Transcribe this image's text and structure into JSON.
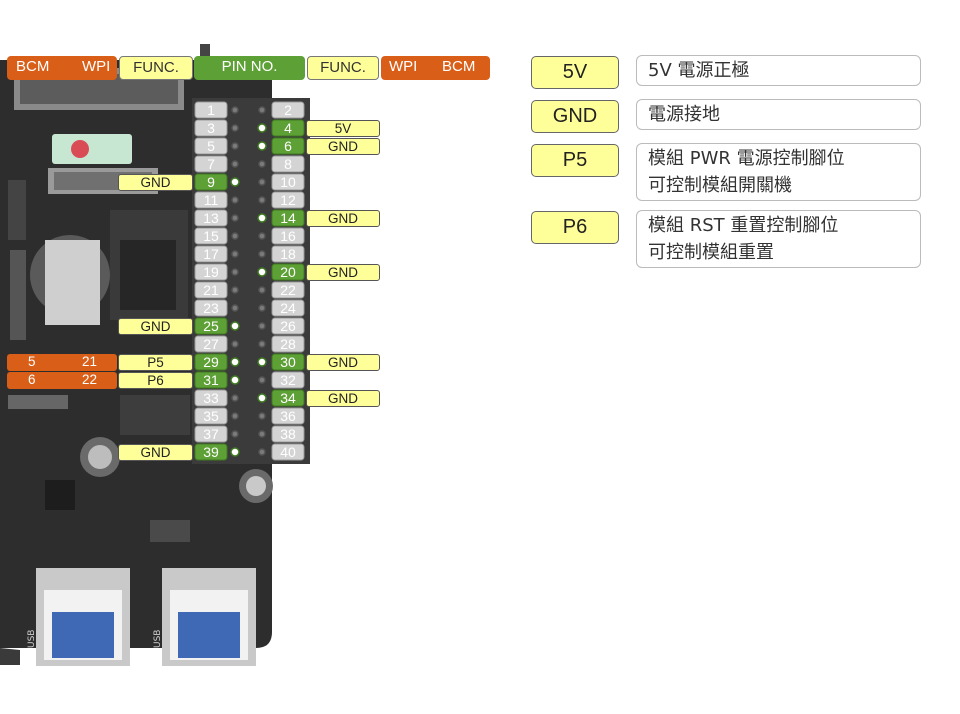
{
  "header": {
    "left": {
      "bcm": "BCM",
      "wpi": "WPI",
      "func": "FUNC."
    },
    "pin_no": "PIN NO.",
    "right": {
      "func": "FUNC.",
      "wpi": "WPI",
      "bcm": "BCM"
    }
  },
  "pins": [
    "1",
    "2",
    "3",
    "4",
    "5",
    "6",
    "7",
    "8",
    "9",
    "10",
    "11",
    "12",
    "13",
    "14",
    "15",
    "16",
    "17",
    "18",
    "19",
    "20",
    "21",
    "22",
    "23",
    "24",
    "25",
    "26",
    "27",
    "28",
    "29",
    "30",
    "31",
    "32",
    "33",
    "34",
    "35",
    "36",
    "37",
    "38",
    "39",
    "40"
  ],
  "left_labels": [
    {
      "pin": "9",
      "func": "GND"
    },
    {
      "pin": "25",
      "func": "GND"
    },
    {
      "pin": "29",
      "func": "P5",
      "bcm": "5",
      "wpi": "21"
    },
    {
      "pin": "31",
      "func": "P6",
      "bcm": "6",
      "wpi": "22"
    },
    {
      "pin": "39",
      "func": "GND"
    }
  ],
  "right_labels": [
    {
      "pin": "4",
      "func": "5V"
    },
    {
      "pin": "6",
      "func": "GND"
    },
    {
      "pin": "14",
      "func": "GND"
    },
    {
      "pin": "20",
      "func": "GND"
    },
    {
      "pin": "30",
      "func": "GND"
    },
    {
      "pin": "34",
      "func": "GND"
    }
  ],
  "board_text": {
    "usb1": "USB",
    "usb2": "USB"
  },
  "legend": [
    {
      "key": "5V",
      "desc": [
        "5V 電源正極"
      ]
    },
    {
      "key": "GND",
      "desc": [
        "電源接地"
      ]
    },
    {
      "key": "P5",
      "desc": [
        "模組 PWR 電源控制腳位",
        "可控制模組開關機"
      ]
    },
    {
      "key": "P6",
      "desc": [
        "模組 RST 重置控制腳位",
        "可控制模組重置"
      ]
    }
  ],
  "colors": {
    "orange": "#d95f18",
    "yellow": "#ffff99",
    "green": "#5da035",
    "pin_gray": "#d4d4d4",
    "board": "#2e2e2e"
  }
}
